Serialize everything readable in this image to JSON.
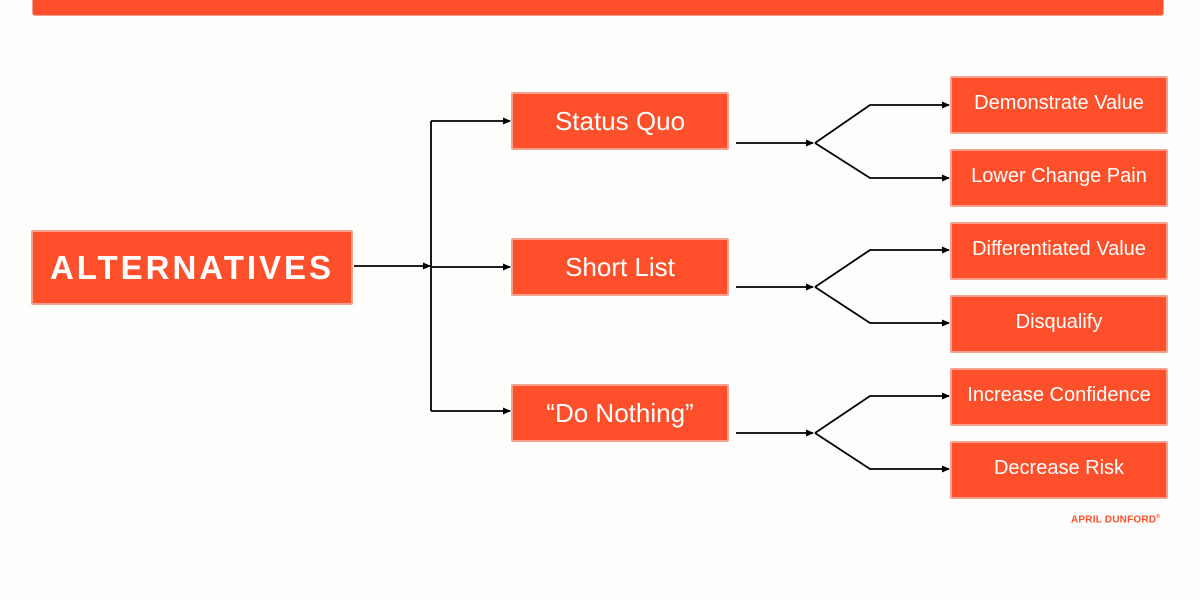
{
  "root": {
    "label": "ALTERNATIVES"
  },
  "branches": [
    {
      "label": "Status Quo",
      "children": [
        "Demonstrate Value",
        "Lower Change Pain"
      ]
    },
    {
      "label": "Short List",
      "children": [
        "Differentiated Value",
        "Disqualify"
      ]
    },
    {
      "label": "“Do Nothing”",
      "children": [
        "Increase Confidence",
        "Decrease Risk"
      ]
    }
  ],
  "brand": {
    "name": "APRIL DUNFORD",
    "mark": "®"
  },
  "colors": {
    "box_fill": "#ff4f2b",
    "box_border": "#f7a08e",
    "text": "#ffffff",
    "line": "#000000",
    "background": "#fdfdfc"
  }
}
